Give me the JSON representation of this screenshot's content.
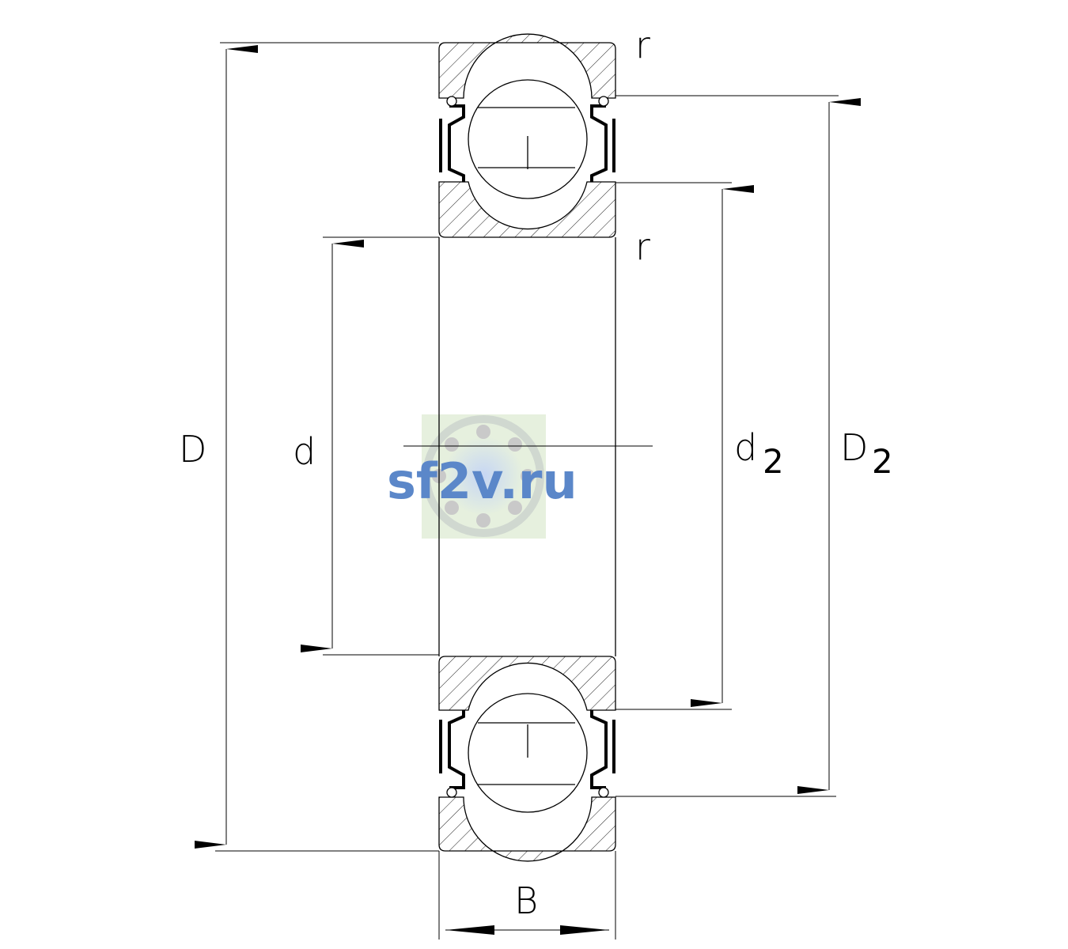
{
  "labels": {
    "outer_diameter": "D",
    "bore_diameter": "d",
    "inner_ring_shoulder": "d",
    "inner_ring_shoulder_sub": "2",
    "outer_ring_shoulder": "D",
    "outer_ring_shoulder_sub": "2",
    "width": "B",
    "radius_top": "r",
    "radius_bottom": "r"
  },
  "watermark": {
    "text": "sf2v.ru"
  },
  "colors": {
    "line": "#000000",
    "watermark_text": "#5b87c9",
    "watermark_bg": "#e6f0de"
  }
}
